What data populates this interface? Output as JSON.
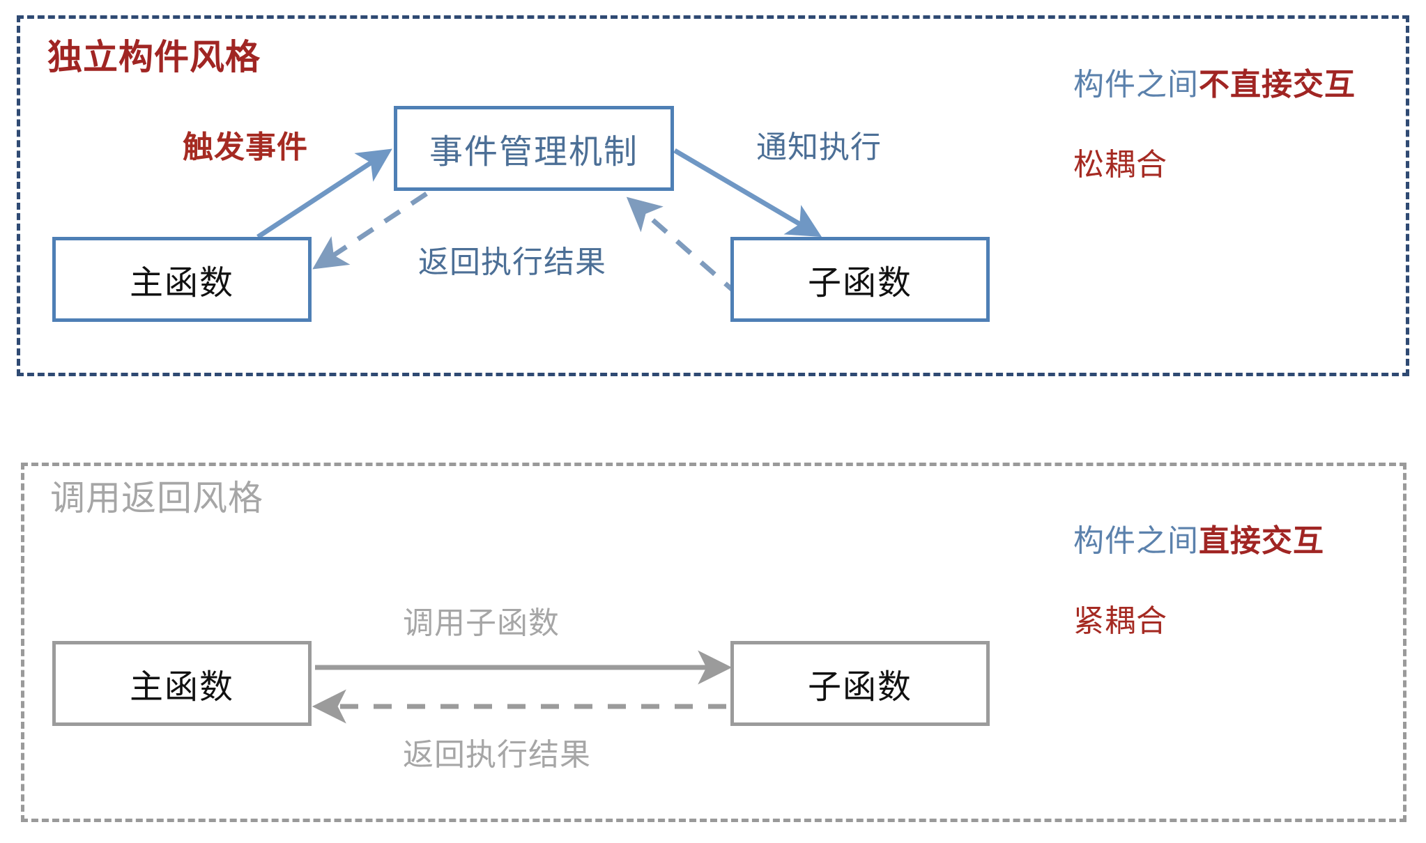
{
  "diagram": {
    "colors": {
      "blue_border": "#4e7fb5",
      "blue_text": "#4c6f96",
      "dark_red": "#a02523",
      "red_label": "#a52a22",
      "gray": "#9b9b9b",
      "gray_text": "#a6a6a6",
      "panel_top_border": "#2f4a73",
      "panel_bottom_border": "#9a9a9a",
      "node_text": "#111111"
    },
    "panels": [
      {
        "id": "independent-component-style",
        "title": "独立构件风格",
        "nodes": [
          {
            "id": "node-main-1",
            "label": "主函数"
          },
          {
            "id": "node-event",
            "label": "事件管理机制"
          },
          {
            "id": "node-sub-1",
            "label": "子函数"
          }
        ],
        "edges": [
          {
            "id": "edge-trigger",
            "label": "触发事件",
            "style": "solid",
            "from": "主函数",
            "to": "事件管理机制"
          },
          {
            "id": "edge-notify",
            "label": "通知执行",
            "style": "solid",
            "from": "事件管理机制",
            "to": "子函数"
          },
          {
            "id": "edge-return-1",
            "label": "返回执行结果",
            "style": "dashed",
            "from": "子函数",
            "to": "主函数"
          }
        ],
        "notes": [
          {
            "prefix": "构件之间",
            "emphasis": "不直接交互"
          },
          {
            "text": "松耦合"
          }
        ]
      },
      {
        "id": "call-return-style",
        "title": "调用返回风格",
        "nodes": [
          {
            "id": "node-main-2",
            "label": "主函数"
          },
          {
            "id": "node-sub-2",
            "label": "子函数"
          }
        ],
        "edges": [
          {
            "id": "edge-call-2",
            "label": "调用子函数",
            "style": "solid",
            "from": "主函数",
            "to": "子函数"
          },
          {
            "id": "edge-return-2",
            "label": "返回执行结果",
            "style": "dashed",
            "from": "子函数",
            "to": "主函数"
          }
        ],
        "notes": [
          {
            "prefix": "构件之间",
            "emphasis": "直接交互"
          },
          {
            "text": "紧耦合"
          }
        ]
      }
    ]
  }
}
